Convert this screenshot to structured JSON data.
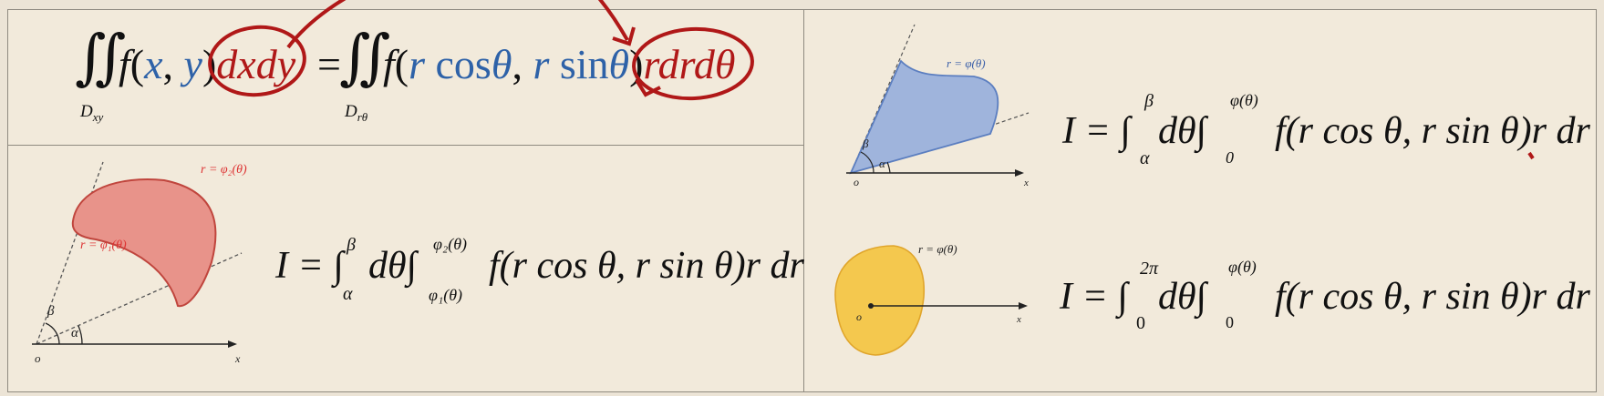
{
  "transform": {
    "lhs_integral": "∬",
    "lhs_func": "f",
    "lhs_open": "(",
    "lhs_x": "x",
    "lhs_comma": ", ",
    "lhs_y": "y",
    "lhs_close": ")",
    "lhs_diff": "dxdy",
    "equals": "=",
    "rhs_integral": "∬",
    "rhs_func": "f",
    "rhs_open": "(",
    "rhs_r1": "r",
    "rhs_cos": " cos",
    "rhs_theta1": "θ",
    "rhs_comma": ", ",
    "rhs_r2": "r",
    "rhs_sin": " sin",
    "rhs_theta2": "θ",
    "rhs_close": ")",
    "rhs_diff": "rdrd",
    "rhs_diff_theta": "θ",
    "lhs_domain": "D",
    "lhs_domain_sub": "xy",
    "rhs_domain": "D",
    "rhs_domain_sub": "rθ"
  },
  "case_two_curves": {
    "curve_outer": "r = φ₂(θ)",
    "curve_inner": "r = φ₁(θ)",
    "beta": "β",
    "alpha": "α",
    "origin": "o",
    "axis": "x",
    "formula_head": "I = ∫",
    "formula_mid": "dθ∫",
    "formula_tail": "f(r cos θ, r sin θ)r dr",
    "lower1": "α",
    "upper1": "β",
    "lower2": "φ₁(θ)",
    "upper2": "φ₂(θ)"
  },
  "case_sector": {
    "curve": "r = φ(θ)",
    "beta": "β",
    "alpha": "α",
    "origin": "o",
    "axis": "x",
    "formula_head": "I = ∫",
    "formula_mid": "dθ∫",
    "formula_tail": "f(r cos θ, r sin θ)r dr",
    "lower1": "α",
    "upper1": "β",
    "lower2": "0",
    "upper2": "φ(θ)"
  },
  "case_interior": {
    "curve": "r = φ(θ)",
    "origin": "o",
    "axis": "x",
    "formula_head": "I = ∫",
    "formula_mid": "dθ∫",
    "formula_tail": "f(r cos θ, r sin θ)r dr",
    "lower1": "0",
    "upper1": "2π",
    "lower2": "0",
    "upper2": "φ(θ)"
  },
  "colors": {
    "pen_red": "#b01818",
    "blue_text": "#2e62a8",
    "region_red": "#e8938a",
    "region_blue": "#9fb4dc",
    "region_yellow": "#f4c84e"
  }
}
